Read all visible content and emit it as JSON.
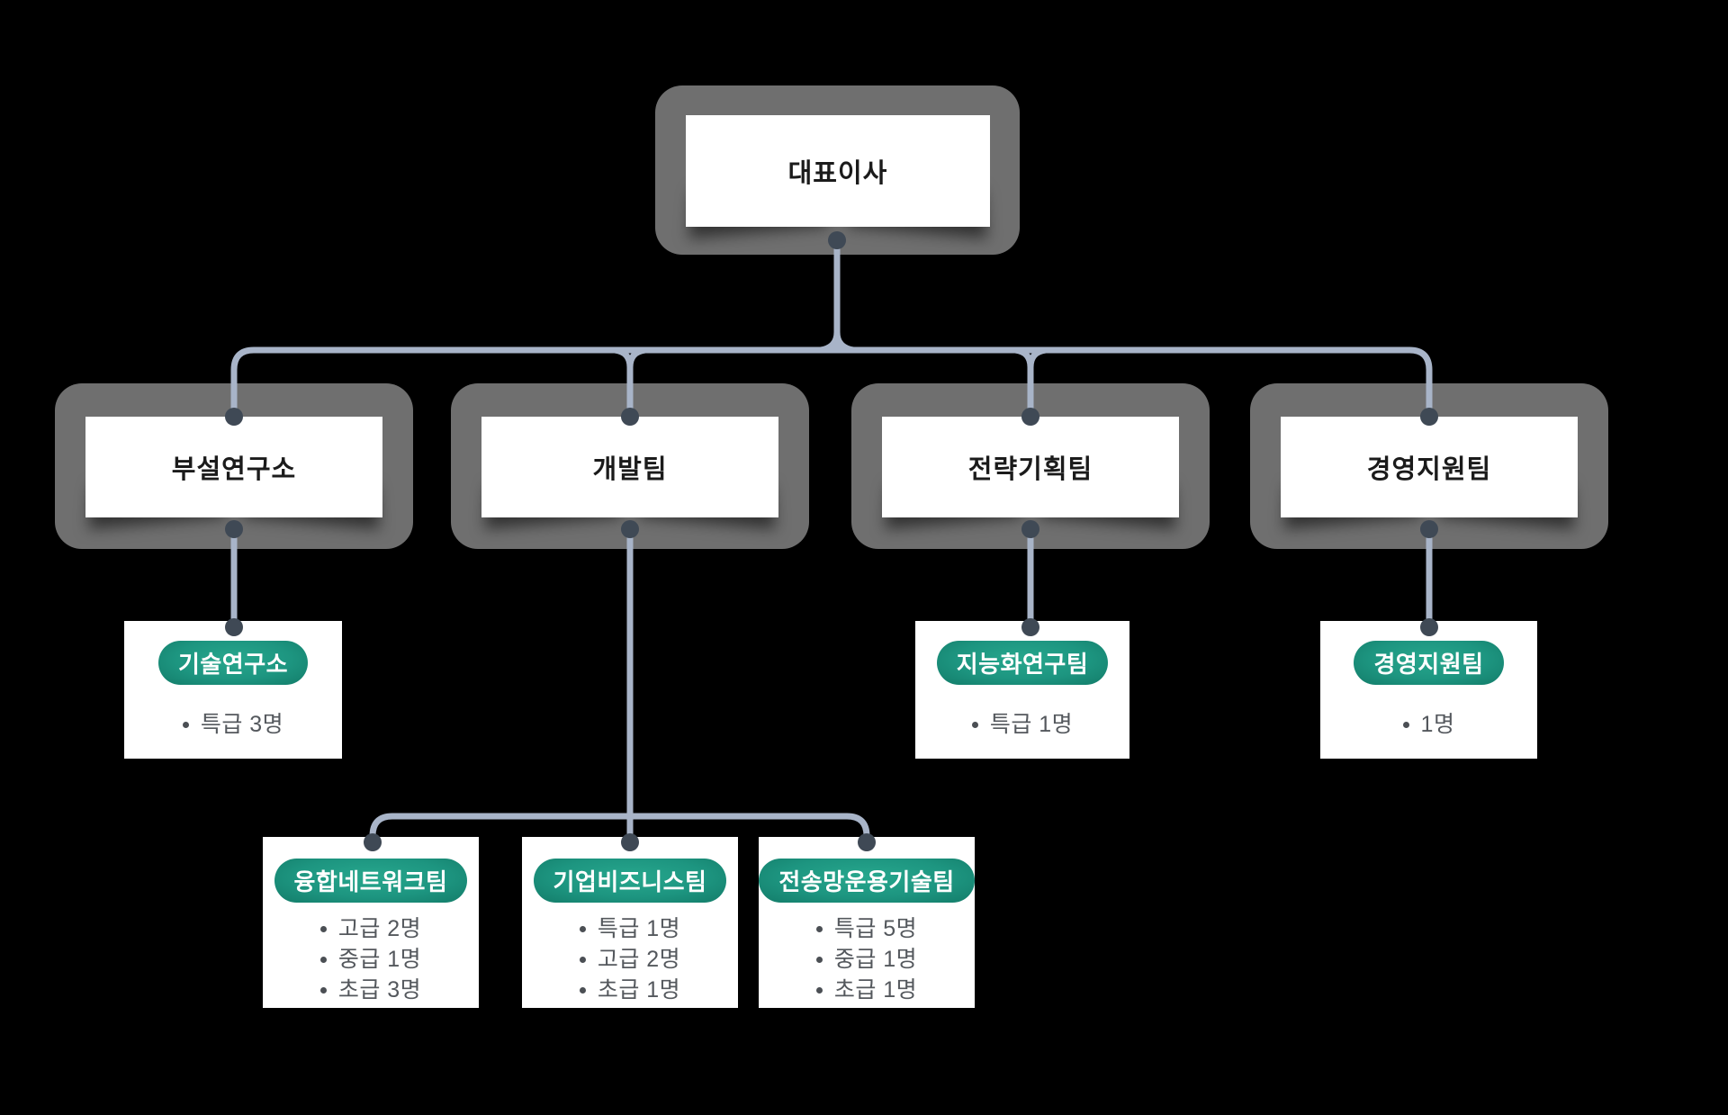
{
  "org_chart": {
    "type": "organization-chart",
    "root": {
      "label": "대표이사"
    },
    "departments": [
      {
        "label": "부설연구소",
        "sub": {
          "name": "기술연구소",
          "members": [
            "특급 3명"
          ]
        }
      },
      {
        "label": "개발팀",
        "teams": [
          {
            "name": "융합네트워크팀",
            "members": [
              "고급 2명",
              "중급 1명",
              "초급 3명"
            ]
          },
          {
            "name": "기업비즈니스팀",
            "members": [
              "특급 1명",
              "고급 2명",
              "초급 1명"
            ]
          },
          {
            "name": "전송망운용기술팀",
            "members": [
              "특급 5명",
              "중급 1명",
              "초급 1명"
            ]
          }
        ]
      },
      {
        "label": "전략기획팀",
        "sub": {
          "name": "지능화연구팀",
          "members": [
            "특급 1명"
          ]
        }
      },
      {
        "label": "경영지원팀",
        "sub": {
          "name": "경영지원팀",
          "members": [
            "1명"
          ]
        }
      }
    ],
    "colors": {
      "background": "#000000",
      "frame_gray": "#6f6f6f",
      "box_white": "#ffffff",
      "label_text": "#1b1b1b",
      "member_text": "#54585d",
      "connector_line": "#a8b4c8",
      "connector_dot": "#3f4955",
      "pill_green_light": "#27a78d",
      "pill_green_dark": "#137c69",
      "pill_text": "#ffffff"
    }
  }
}
